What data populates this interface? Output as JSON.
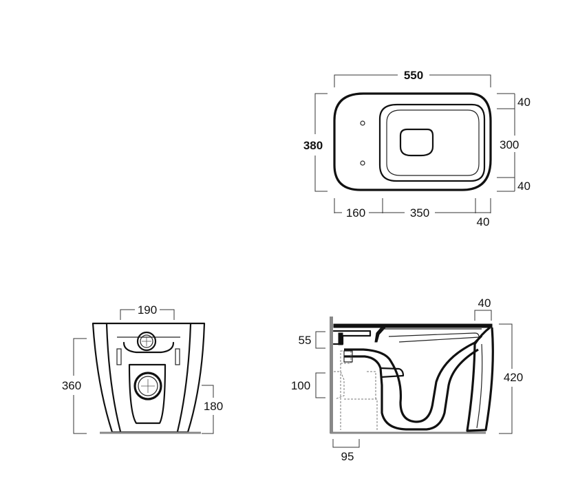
{
  "top_view": {
    "overall_length": "550",
    "overall_width": "380",
    "rim_top": "40",
    "bowl_width": "300",
    "rim_bottom": "40",
    "rear_offset": "160",
    "bowl_length": "350",
    "front_rim": "40"
  },
  "front_view": {
    "top_width": "190",
    "total_height": "360",
    "outlet_height": "180"
  },
  "side_view": {
    "front_rim": "40",
    "inlet_depth": "55",
    "total_height": "420",
    "outlet_size": "100",
    "wall_offset": "95"
  }
}
